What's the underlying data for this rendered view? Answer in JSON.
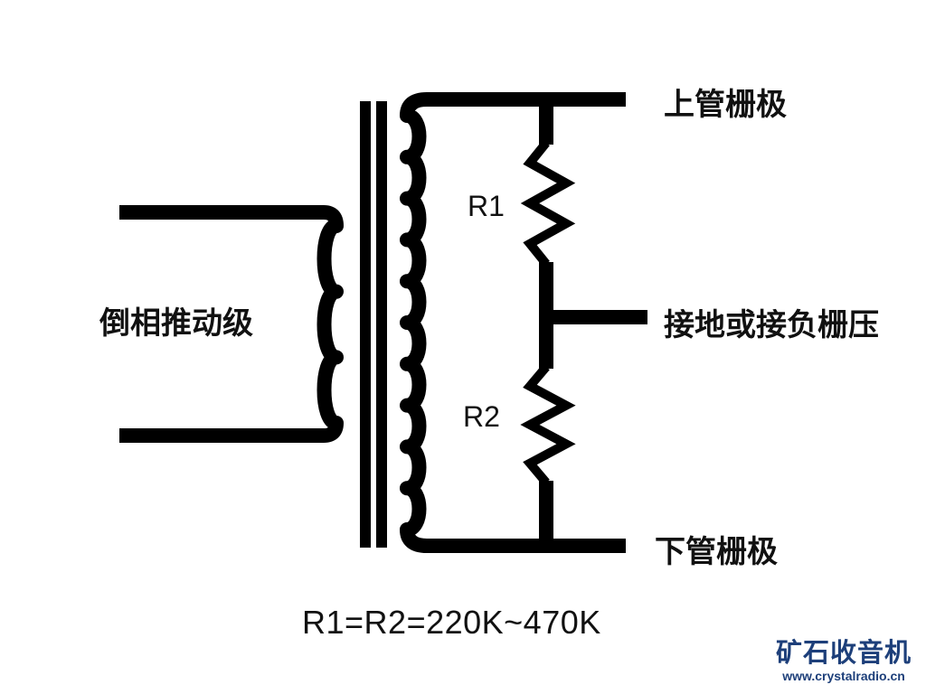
{
  "diagram": {
    "title": "Push-pull grid driver transformer with resistor divider",
    "labels": {
      "upper_grid": "上管栅极",
      "center_tap": "接地或接负栅压",
      "lower_grid": "下管栅极",
      "driver_stage": "倒相推动级",
      "r1": "R1",
      "r2": "R2"
    },
    "formula": "R1=R2=220K~470K",
    "components": [
      {
        "id": "T1",
        "type": "transformer",
        "primary_turns_bumps": 3,
        "secondary_turns_bumps": 10,
        "core_lines": 2
      },
      {
        "id": "R1",
        "type": "resistor",
        "value": "220K~470K"
      },
      {
        "id": "R2",
        "type": "resistor",
        "value": "220K~470K"
      }
    ],
    "connections": [
      {
        "from": "driver_stage",
        "to": "T1.primary"
      },
      {
        "from": "T1.secondary.top",
        "to": "upper_grid"
      },
      {
        "from": "T1.secondary.bottom",
        "to": "lower_grid"
      },
      {
        "from": "R1.top",
        "to": "upper_grid"
      },
      {
        "from": "R1.bottom",
        "to": "R2.top"
      },
      {
        "from": "R1-R2.junction",
        "to": "center_tap"
      },
      {
        "from": "R2.bottom",
        "to": "lower_grid"
      }
    ],
    "colors": {
      "line": "#000000",
      "text": "#111111",
      "logo": "#1d3f7a"
    }
  },
  "watermark": {
    "brand": "矿石收音机",
    "url": "www.crystalradio.cn"
  }
}
